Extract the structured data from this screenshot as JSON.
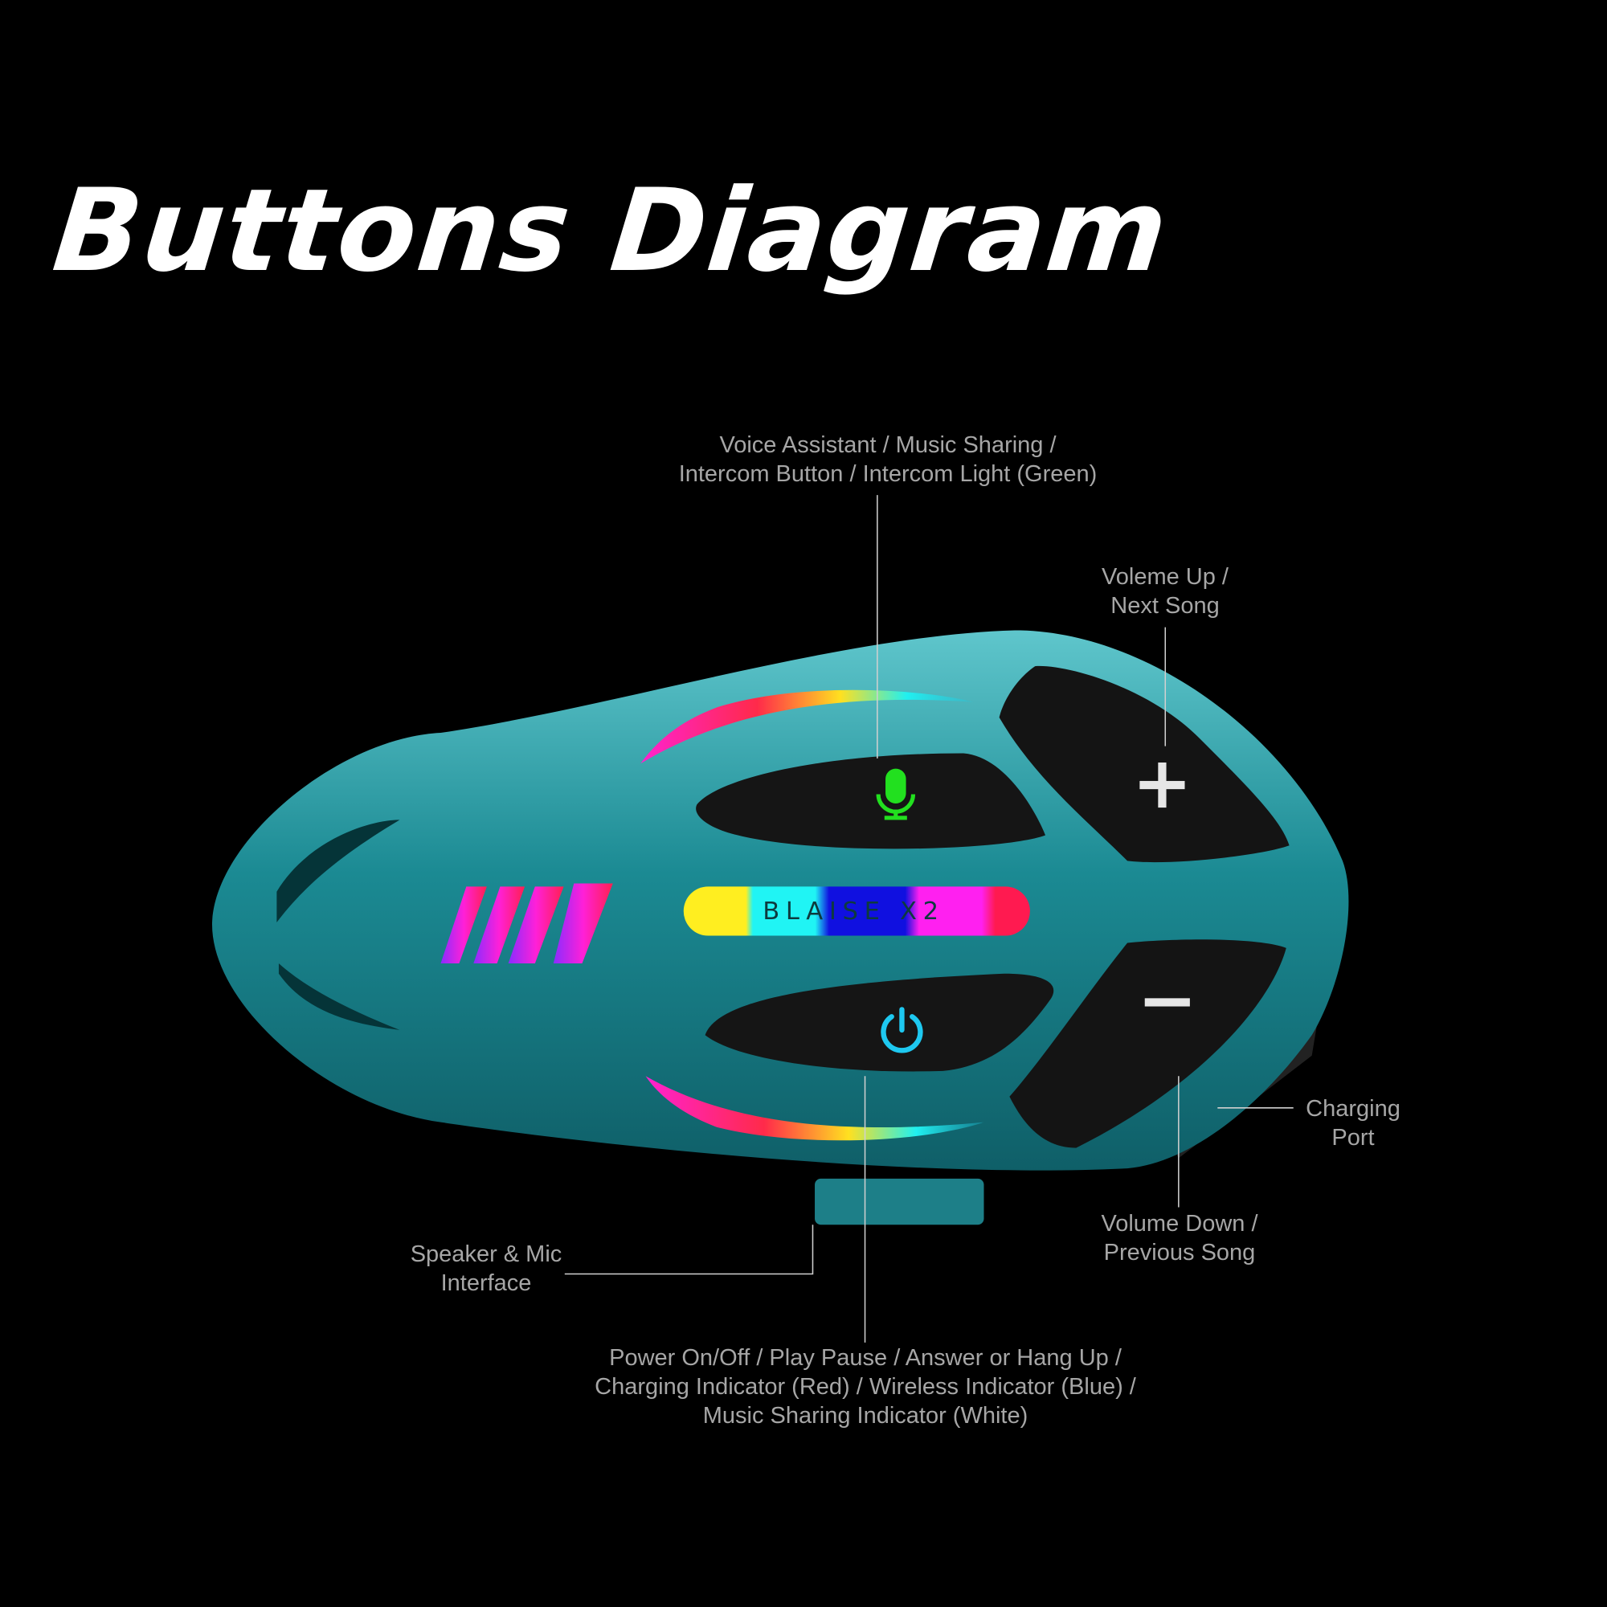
{
  "title": "Buttons Diagram",
  "device": {
    "brand_text": "BLAISE X2",
    "colors": {
      "body": "#1f8f97",
      "button": "#141414",
      "mic": "#22e01f",
      "power": "#1ec8f0"
    }
  },
  "labels": {
    "voice": [
      "Voice Assistant / Music Sharing /",
      "Intercom Button / Intercom Light (Green)"
    ],
    "vol_up": [
      "Voleme Up /",
      "Next Song"
    ],
    "charging": [
      "Charging",
      "Port"
    ],
    "vol_down": [
      "Volume Down /",
      "Previous Song"
    ],
    "speaker": [
      "Speaker & Mic",
      "Interface"
    ],
    "power": [
      "Power On/Off / Play Pause / Answer or Hang Up /",
      "Charging Indicator (Red) / Wireless Indicator (Blue) /",
      "Music Sharing Indicator (White)"
    ]
  }
}
